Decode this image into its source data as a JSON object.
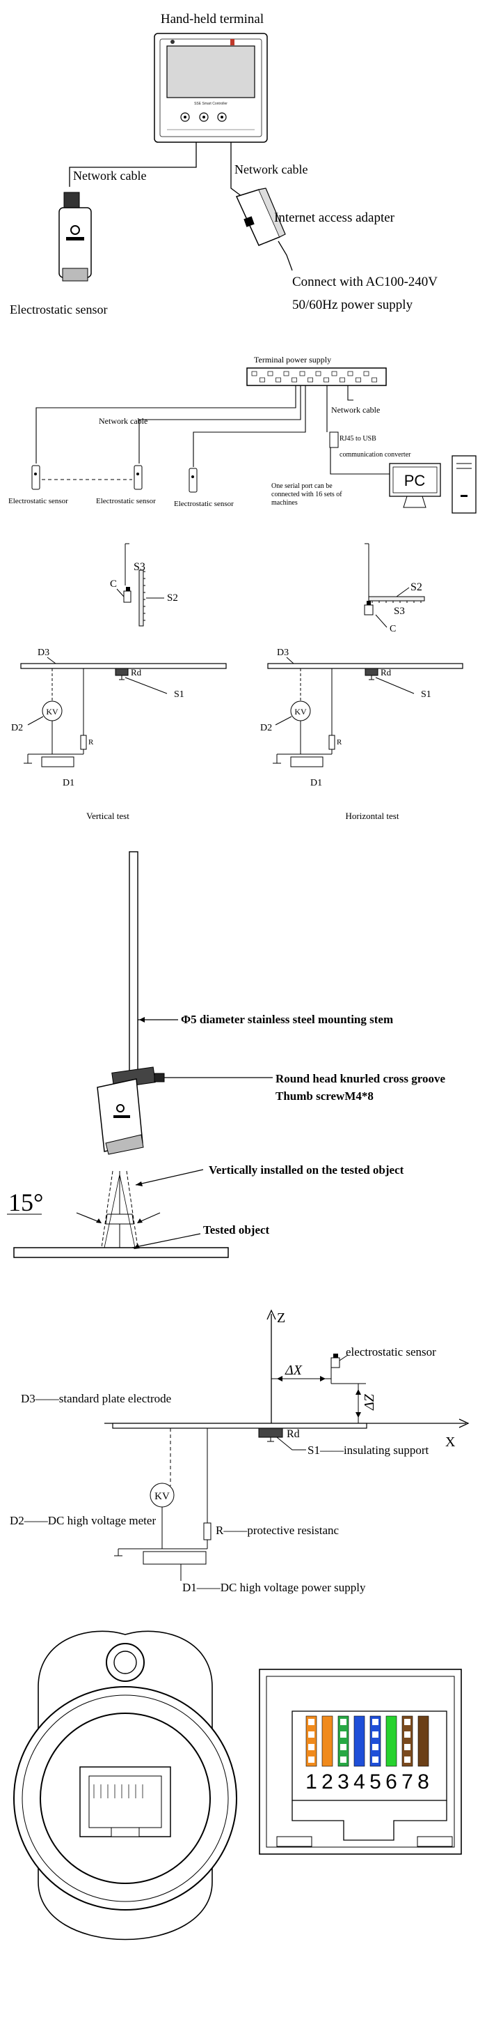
{
  "section1": {
    "handheld_terminal": "Hand-held terminal",
    "device_screen_label": "SSE Smart Controller",
    "network_cable_left": "Network cable",
    "network_cable_right": "Network cable",
    "internet_adapter": "Internet access adapter",
    "connect_line1": "Connect with AC100-240V",
    "connect_line2": "50/60Hz power supply",
    "electrostatic_sensor": "Electrostatic sensor"
  },
  "section2": {
    "terminal_power_supply": "Terminal power supply",
    "network_cable_a": "Network cable",
    "network_cable_b": "Network cable",
    "rj45_line1": "RJ45 to USB",
    "rj45_line2": "communication converter",
    "pc": "PC",
    "serial_line1": "One serial port can be",
    "serial_line2": "connected with 16 sets of",
    "serial_line3": "machines",
    "sensors": [
      "Electrostatic sensor",
      "Electrostatic sensor",
      "Electrostatic sensor"
    ]
  },
  "section3": {
    "vertical": {
      "s3": "S3",
      "c": "C",
      "s2": "S2",
      "d3": "D3",
      "rd": "Rd",
      "s1": "S1",
      "kv": "KV",
      "d2": "D2",
      "r": "R",
      "d1": "D1",
      "caption": "Vertical test"
    },
    "horizontal": {
      "s2": "S2",
      "s3": "S3",
      "c": "C",
      "d3": "D3",
      "rd": "Rd",
      "s1": "S1",
      "kv": "KV",
      "d2": "D2",
      "r": "R",
      "d1": "D1",
      "caption": "Horizontal test"
    }
  },
  "section4": {
    "stem_label": "Φ5 diameter stainless steel mounting stem",
    "screw_line1": "Round head knurled cross groove",
    "screw_line2": "Thumb screwM4*8",
    "vertical_install": "Vertically installed on the tested object",
    "angle": "15°",
    "tested_object": "Tested object"
  },
  "section5": {
    "z": "Z",
    "x": "X",
    "dx": "ΔX",
    "dz": "ΔZ",
    "sensor": "electrostatic sensor",
    "d3": "D3——standard plate electrode",
    "rd": "Rd",
    "s1": "S1——insulating support",
    "kv": "KV",
    "d2": "D2——DC high voltage meter",
    "r": "R——protective resistanc",
    "d1": "D1——DC high voltage power supply"
  },
  "section6": {
    "pin_numbers": [
      "1",
      "2",
      "3",
      "4",
      "5",
      "6",
      "7",
      "8"
    ],
    "pin_colors": [
      [
        "#ffffff",
        "#f08a1c"
      ],
      [
        "#f08a1c",
        "#f08a1c"
      ],
      [
        "#ffffff",
        "#27a844"
      ],
      [
        "#1f4fd8",
        "#1f4fd8"
      ],
      [
        "#ffffff",
        "#1f4fd8"
      ],
      [
        "#27d22e",
        "#27d22e"
      ],
      [
        "#ffffff",
        "#7a4a1e"
      ],
      [
        "#6b3f17",
        "#6b3f17"
      ]
    ]
  }
}
